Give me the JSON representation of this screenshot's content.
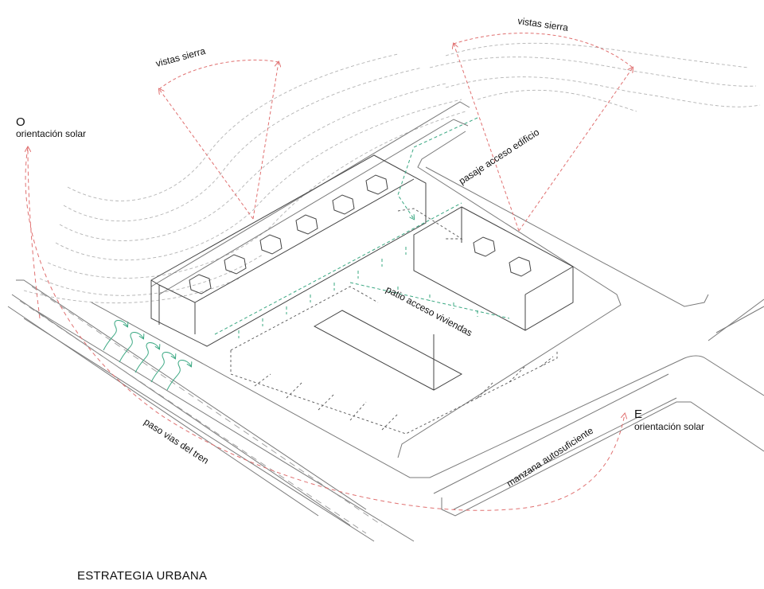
{
  "title": "ESTRATEGIA URBANA",
  "labels": {
    "west_letter": "O",
    "west_text": "orientación solar",
    "east_letter": "E",
    "east_text": "orientación solar",
    "views_left": "vistas sierra",
    "views_right": "vistas sierra",
    "building_passage": "pasaje acceso edificio",
    "patio": "patio acceso viviendas",
    "train": "paso vias del tren",
    "block": "manzana autosuficiente"
  },
  "colors": {
    "line": "#7a7a7a",
    "building": "#444444",
    "contour": "#b3b3b3",
    "red_arrow": "#e07070",
    "green_arrow": "#3aa882",
    "text": "#111111"
  }
}
